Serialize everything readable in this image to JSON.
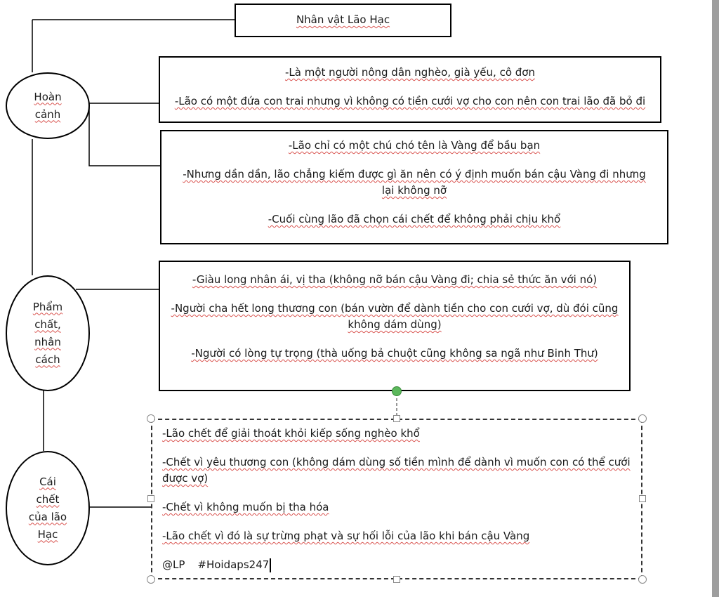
{
  "title": "Nhân vật Lão Hạc",
  "nodes": {
    "hoan_canh": "Hoàn cảnh",
    "pham_chat": [
      "Phẩm",
      "chất,",
      "nhân",
      "cách"
    ],
    "cai_chet": [
      "Cái",
      "chết",
      "của lão",
      "Hạc"
    ]
  },
  "box1": [
    "-Là một người nông dân nghèo, già yếu, cô đơn",
    "-Lão có một đứa con trai nhưng vì không có tiền cưới vợ cho con nên con trai lão đã bỏ đi"
  ],
  "box2": [
    "-Lão chỉ có một chú chó tên là Vàng để bầu bạn",
    "-Nhưng dần dần, lão chẳng kiếm được gì ăn nên có ý định muốn bán cậu Vàng đi nhưng lại không nỡ",
    "-Cuối cùng lão đã chọn cái chết để không phải chịu khổ"
  ],
  "box3": [
    "-Giàu long nhân ái, vị tha (không nỡ bán cậu Vàng đi; chia sẻ thức ăn với nó)",
    "-Người cha hết long thương con (bán vườn để dành tiền cho con cưới vợ, dù đói cũng không dám dùng)",
    "-Người có lòng tự trọng (thà uống bả chuột cũng không sa ngã như Binh Thư)"
  ],
  "box4": [
    "-Lão chết để giải thoát khỏi kiếp sống nghèo khổ",
    "-Chết vì yêu thương con (không dám dùng số tiền mình để dành vì muốn con có thể cưới được vợ)",
    "-Chết vì không muốn bị tha hóa",
    "-Lão chết vì đó là sự trừng phạt và sự hối lỗi của lão khi bán cậu Vàng"
  ],
  "footer": {
    "author": "@LP",
    "hashtag": "#Hoidaps247"
  }
}
